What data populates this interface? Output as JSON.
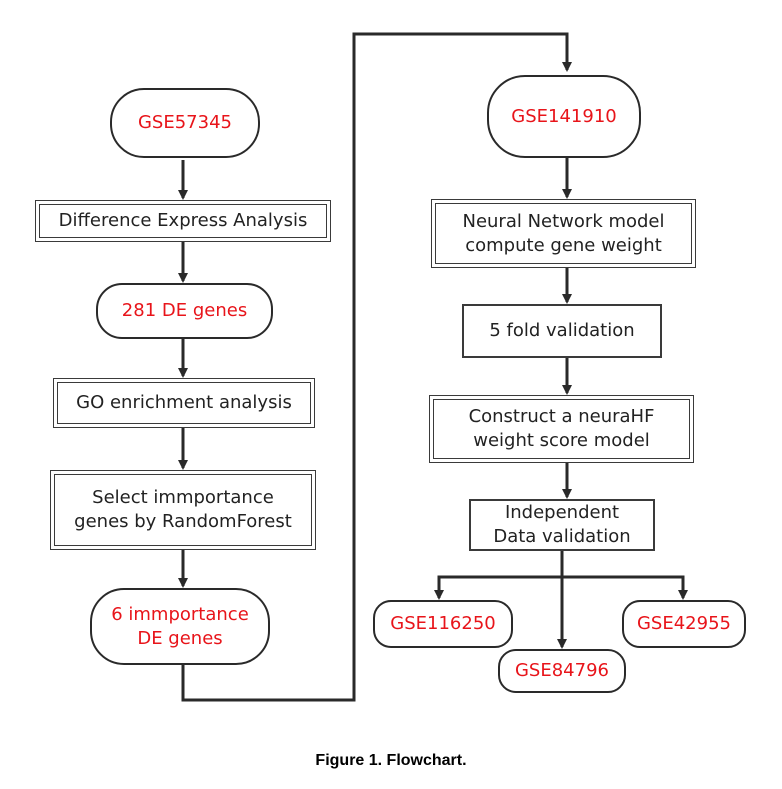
{
  "colors": {
    "line": "#2a2a2a",
    "label_red": "#e8141a",
    "text": "#222222"
  },
  "left_column": {
    "start": "GSE57345",
    "step1": "Difference Express  Analysis",
    "result1": "281 DE genes",
    "step2": "GO enrichment analysis",
    "step3": "Select immportance\ngenes by RandomForest",
    "result2": "6 immportance\nDE genes"
  },
  "right_column": {
    "start": "GSE141910",
    "step1": "Neural Network model\ncompute gene weight",
    "step2": "5 fold validation",
    "step3": "Construct a neuraHF\nweight score model",
    "step4": "Independent\nData validation",
    "outputs": [
      "GSE116250",
      "GSE84796",
      "GSE42955"
    ]
  },
  "caption": "Figure 1. Flowchart."
}
